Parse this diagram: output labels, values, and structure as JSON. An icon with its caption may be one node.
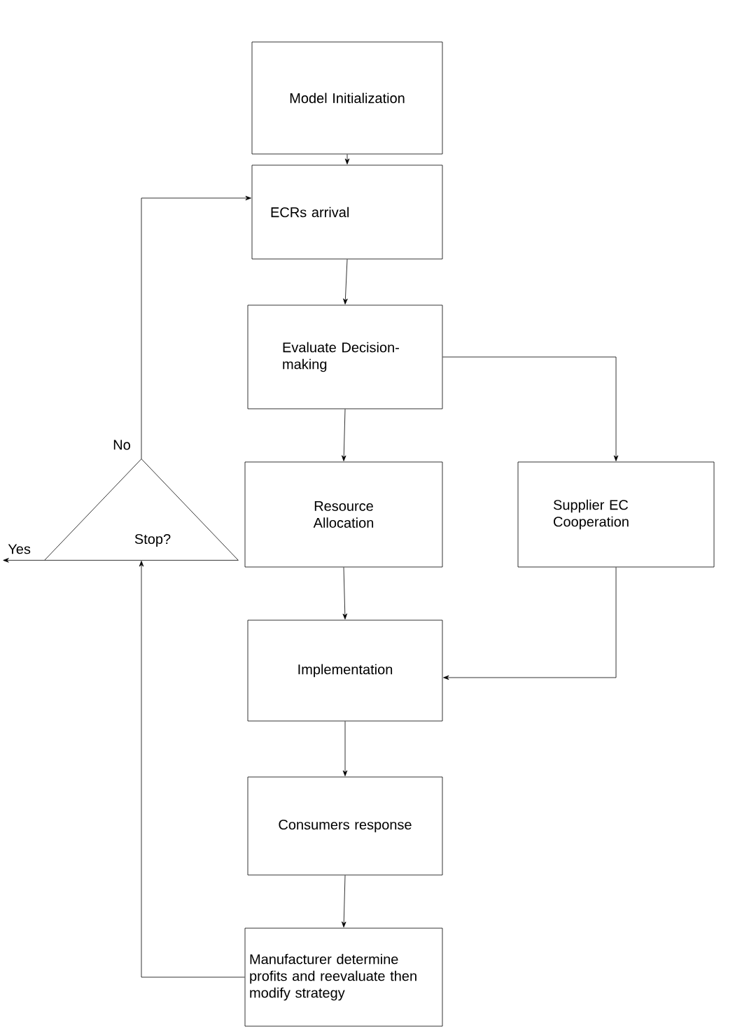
{
  "diagram": {
    "nodes": [
      {
        "text": [
          "Model Initialization"
        ]
      },
      {
        "text": [
          "ECRs arrival"
        ]
      },
      {
        "text": [
          "Evaluate Decision-making"
        ]
      },
      {
        "text": [
          "Resource Allocation"
        ]
      },
      {
        "text": [
          "Supplier EC Cooperation"
        ]
      },
      {
        "text": [
          "Stop?"
        ]
      },
      {
        "text": [
          "Implementation"
        ]
      },
      {
        "text": [
          "Consumers response"
        ]
      },
      {
        "text": [
          "Manufacturer determine profits and reevaluate then modify strategy"
        ]
      }
    ],
    "edges": [
      {
        "from": 0,
        "to": 1,
        "arrow": "to"
      },
      {
        "from": 1,
        "to": 2,
        "arrow": "to"
      },
      {
        "from": 2,
        "to": 3,
        "arrow": "to"
      },
      {
        "from": 2,
        "to": 4,
        "arrow": "to"
      },
      {
        "from": 3,
        "to": 6,
        "arrow": "to"
      },
      {
        "from": 4,
        "to": 6,
        "arrow": "to"
      },
      {
        "from": 6,
        "to": 7,
        "arrow": "to"
      },
      {
        "from": 7,
        "to": 8,
        "arrow": "to"
      },
      {
        "from": 8,
        "to": 5,
        "arrow": "to"
      },
      {
        "from": 5,
        "to": 1,
        "arrow": "to",
        "label": "No"
      },
      {
        "from": 5,
        "to": null,
        "arrow": "to",
        "label": "Yes"
      }
    ]
  }
}
